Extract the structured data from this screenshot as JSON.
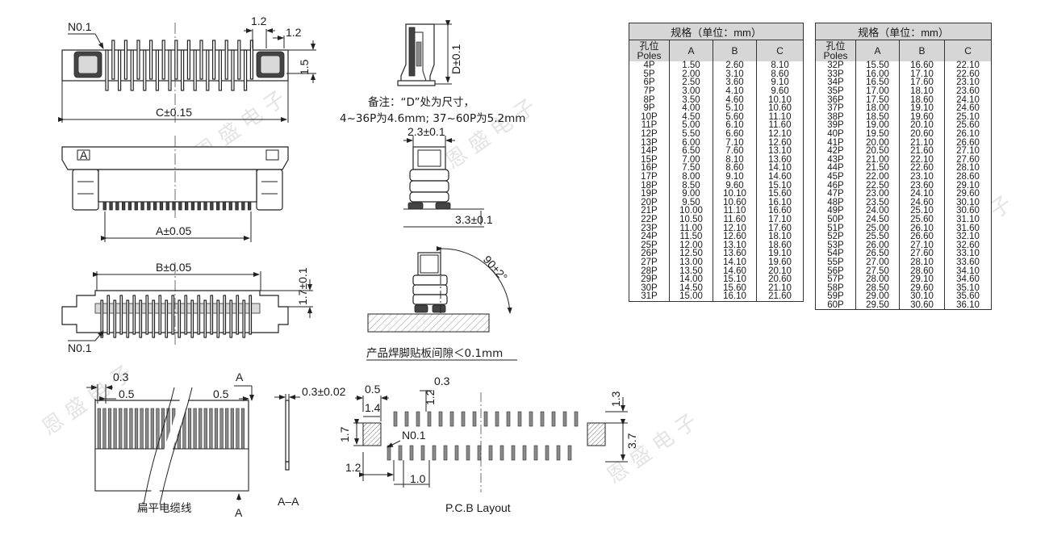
{
  "views": {
    "top": {
      "chamfer": "N0.1",
      "pitch": "1.2",
      "side_width": "1.2",
      "height": "1.5",
      "overall": "C±0.15"
    },
    "side": {
      "section_mark": "A",
      "pin_span": "A±0.05"
    },
    "bottom": {
      "body_width": "B±0.05",
      "height": "1.7±0.1",
      "chamfer": "N0.1"
    },
    "d_detail": {
      "dim": "D±0.1",
      "note_line1": "备注：“D”处为尺寸，",
      "note_line2": "4~36P为4.6mm; 37~60P为5.2mm"
    },
    "end_view": {
      "width": "2.3±0.1",
      "height": "3.3±0.1"
    },
    "soldering": {
      "angle": "90±2°",
      "note": "产品焊脚贴板间隙＜0.1mm"
    },
    "fpc": {
      "pitch_a": "0.3",
      "pitch_b": "0.5",
      "pitch_c": "0.5",
      "section_top": "A",
      "section_bottom": "A",
      "label": "扁平电缆线"
    },
    "section_aa": {
      "thickness": "0.3±0.02",
      "label": "A–A"
    },
    "pcb": {
      "d05": "0.5",
      "d03": "0.3",
      "d12a": "1.2",
      "d14": "1.4",
      "d17": "1.7",
      "chamfer": "N0.1",
      "d12b": "1.2",
      "d10": "1.0",
      "d13": "1.3",
      "d37": "3.7",
      "label": "P.C.B Layout"
    },
    "watermark": "恩 盛 电 子"
  },
  "spec_table": {
    "title": "规格（单位：mm）",
    "header_poles": "孔位",
    "header_poles_en": "Poles",
    "col_a": "A",
    "col_b": "B",
    "col_c": "C",
    "left_rows": [
      [
        "4P",
        "1.50",
        "2.60",
        "8.10"
      ],
      [
        "5P",
        "2.00",
        "3.10",
        "8.60"
      ],
      [
        "6P",
        "2.50",
        "3.60",
        "9.10"
      ],
      [
        "7P",
        "3.00",
        "4.10",
        "9.60"
      ],
      [
        "8P",
        "3.50",
        "4.60",
        "10.10"
      ],
      [
        "9P",
        "4.00",
        "5.10",
        "10.60"
      ],
      [
        "10P",
        "4.50",
        "5.60",
        "11.10"
      ],
      [
        "11P",
        "5.00",
        "6.10",
        "11.60"
      ],
      [
        "12P",
        "5.50",
        "6.60",
        "12.10"
      ],
      [
        "13P",
        "6.00",
        "7.10",
        "12.60"
      ],
      [
        "14P",
        "6.50",
        "7.60",
        "13.10"
      ],
      [
        "15P",
        "7.00",
        "8.10",
        "13.60"
      ],
      [
        "16P",
        "7.50",
        "8.60",
        "14.10"
      ],
      [
        "17P",
        "8.00",
        "9.10",
        "14.60"
      ],
      [
        "18P",
        "8.50",
        "9.60",
        "15.10"
      ],
      [
        "19P",
        "9.00",
        "10.10",
        "15.60"
      ],
      [
        "20P",
        "9.50",
        "10.60",
        "16.10"
      ],
      [
        "21P",
        "10.00",
        "11.10",
        "16.60"
      ],
      [
        "22P",
        "10.50",
        "11.60",
        "17.10"
      ],
      [
        "23P",
        "11.00",
        "12.10",
        "17.60"
      ],
      [
        "24P",
        "11.50",
        "12.60",
        "18.10"
      ],
      [
        "25P",
        "12.00",
        "13.10",
        "18.60"
      ],
      [
        "26P",
        "12.50",
        "13.60",
        "19.10"
      ],
      [
        "27P",
        "13.00",
        "14.10",
        "19.60"
      ],
      [
        "28P",
        "13.50",
        "14.60",
        "20.10"
      ],
      [
        "29P",
        "14.00",
        "15.10",
        "20.60"
      ],
      [
        "30P",
        "14.50",
        "15.60",
        "21.10"
      ],
      [
        "31P",
        "15.00",
        "16.10",
        "21.60"
      ]
    ],
    "right_rows": [
      [
        "32P",
        "15.50",
        "16.60",
        "22.10"
      ],
      [
        "33P",
        "16.00",
        "17.10",
        "22.60"
      ],
      [
        "34P",
        "16.50",
        "17.60",
        "23.10"
      ],
      [
        "35P",
        "17.00",
        "18.10",
        "23.60"
      ],
      [
        "36P",
        "17.50",
        "18.60",
        "24.10"
      ],
      [
        "37P",
        "18.00",
        "19.10",
        "24.60"
      ],
      [
        "38P",
        "18.50",
        "19.60",
        "25.10"
      ],
      [
        "39P",
        "19.00",
        "20.10",
        "25.60"
      ],
      [
        "40P",
        "19.50",
        "20.60",
        "26.10"
      ],
      [
        "41P",
        "20.00",
        "21.10",
        "26.60"
      ],
      [
        "42P",
        "20.50",
        "21.60",
        "27.10"
      ],
      [
        "43P",
        "21.00",
        "22.10",
        "27.60"
      ],
      [
        "44P",
        "21.50",
        "22.60",
        "28.10"
      ],
      [
        "45P",
        "22.00",
        "23.10",
        "28.60"
      ],
      [
        "46P",
        "22.50",
        "23.60",
        "29.10"
      ],
      [
        "47P",
        "23.00",
        "24.10",
        "29.60"
      ],
      [
        "48P",
        "23.50",
        "24.60",
        "30.10"
      ],
      [
        "49P",
        "24.00",
        "25.10",
        "30.60"
      ],
      [
        "50P",
        "24.50",
        "25.60",
        "31.10"
      ],
      [
        "51P",
        "25.00",
        "26.10",
        "31.60"
      ],
      [
        "52P",
        "25.50",
        "26.60",
        "32.10"
      ],
      [
        "53P",
        "26.00",
        "27.10",
        "32.60"
      ],
      [
        "54P",
        "26.50",
        "27.60",
        "33.10"
      ],
      [
        "55P",
        "27.00",
        "28.10",
        "33.60"
      ],
      [
        "56P",
        "27.50",
        "28.60",
        "34.10"
      ],
      [
        "57P",
        "28.00",
        "29.10",
        "34.60"
      ],
      [
        "58P",
        "28.50",
        "29.60",
        "35.10"
      ],
      [
        "59P",
        "29.00",
        "30.10",
        "35.60"
      ],
      [
        "60P",
        "29.50",
        "30.60",
        "36.10"
      ]
    ]
  }
}
